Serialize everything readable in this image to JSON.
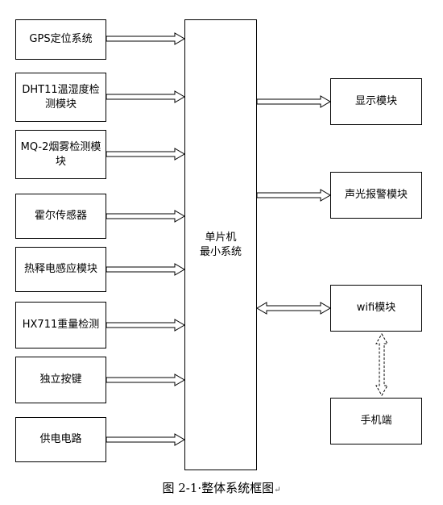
{
  "inputs": [
    {
      "id": "gps",
      "label": "GPS定位系统"
    },
    {
      "id": "dht11",
      "label": "DHT11温湿度检测模块"
    },
    {
      "id": "mq2",
      "label": "MQ-2烟雾检测模块"
    },
    {
      "id": "hall",
      "label": "霍尔传感器"
    },
    {
      "id": "pir",
      "label": "热释电感应模块"
    },
    {
      "id": "hx711",
      "label": "HX711重量检测"
    },
    {
      "id": "key",
      "label": "独立按键"
    },
    {
      "id": "power",
      "label": "供电电路"
    }
  ],
  "mcu": {
    "line1": "单片机",
    "line2": "最小系统"
  },
  "outputs": [
    {
      "id": "display",
      "label": "显示模块"
    },
    {
      "id": "alarm",
      "label": "声光报警模块"
    },
    {
      "id": "wifi",
      "label": "wifi模块"
    }
  ],
  "phone": {
    "label": "手机端"
  },
  "caption": {
    "text": "图 2-1·整体系统框图",
    "mark": "↵"
  }
}
